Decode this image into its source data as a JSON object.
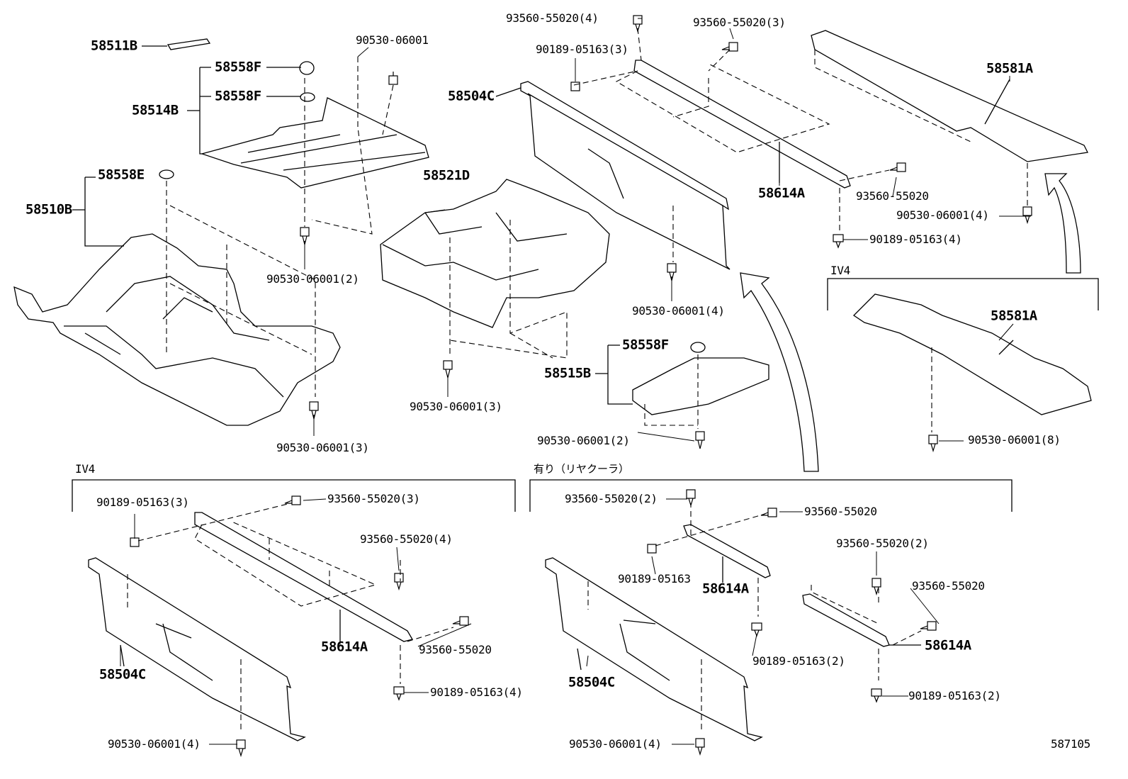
{
  "diagram": {
    "labels": [
      "58511B",
      "90530-06001",
      "58558F",
      "58558F",
      "58514B",
      "58558E",
      "58510B",
      "90530-06001(2)",
      "90530-06001(3)",
      "58521D",
      "90530-06001(3)",
      "58515B",
      "58558F",
      "90530-06001(2)",
      "93560-55020(4)",
      "93560-55020(3)",
      "90189-05163(3)",
      "58504C",
      "58614A",
      "90530-06001(4)",
      "93560-55020",
      "90189-05163(4)",
      "58581A",
      "90530-06001(4)",
      "IV4",
      "58581A",
      "90530-06001(8)",
      "IV4",
      "90189-05163(3)",
      "93560-55020(3)",
      "93560-55020(4)",
      "58614A",
      "93560-55020",
      "58504C",
      "90189-05163(4)",
      "90530-06001(4)",
      "有り（リヤクーラ）",
      "93560-55020(2)",
      "93560-55020",
      "90189-05163",
      "58614A",
      "93560-55020(2)",
      "93560-55020",
      "58614A",
      "90189-05163(2)",
      "58504C",
      "90189-05163(2)",
      "90530-06001(4)",
      "587105"
    ]
  }
}
